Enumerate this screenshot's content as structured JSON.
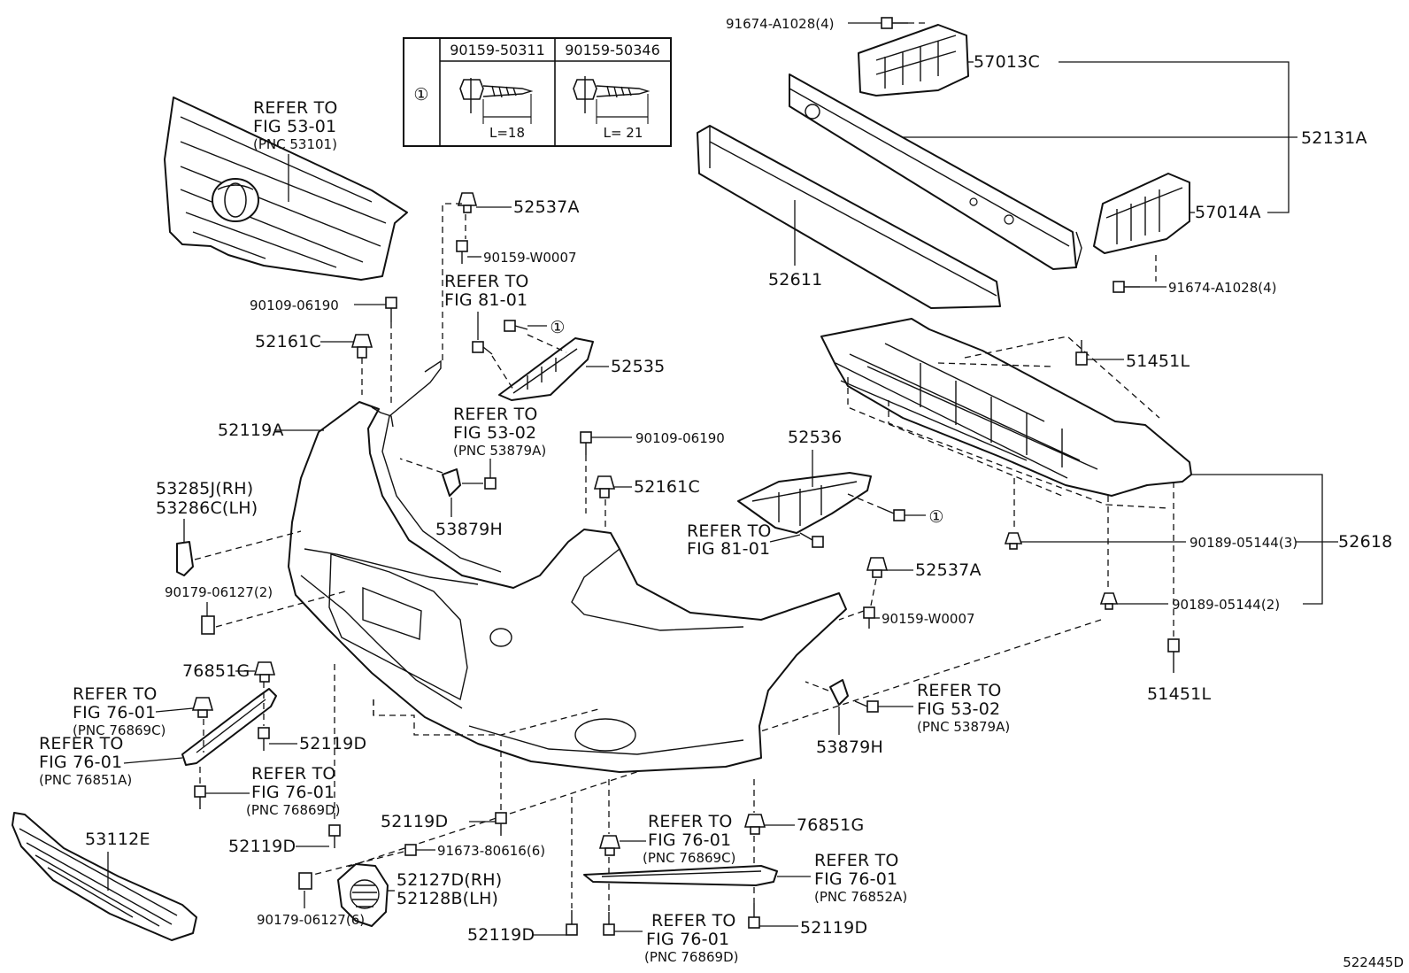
{
  "diagram_id": "522445D",
  "callout_symbol": "①",
  "fastener_table": {
    "row_symbol": "①",
    "columns": [
      {
        "part": "90159-50311",
        "length": "L=18"
      },
      {
        "part": "90159-50346",
        "length": "L= 21"
      }
    ]
  },
  "labels": {
    "p_91674_top": "91674-A1028(4)",
    "p_57013C": "57013C",
    "p_52131A": "52131A",
    "p_57014A": "57014A",
    "p_91674_bot": "91674-A1028(4)",
    "p_52611": "52611",
    "p_51451L_top": "51451L",
    "p_52618": "52618",
    "p_90189_3": "90189-05144(3)",
    "p_90189_2": "90189-05144(2)",
    "p_51451L_bot": "51451L",
    "p_52537A_top": "52537A",
    "p_90159W_top": "90159-W0007",
    "p_52535": "52535",
    "p_90109_mid": "90109-06190",
    "p_52161C_mid": "52161C",
    "p_52536": "52536",
    "p_52537A_mid": "52537A",
    "p_90159W_mid": "90159-W0007",
    "p_90109_left": "90109-06190",
    "p_52161C_left": "52161C",
    "p_52119A": "52119A",
    "p_53285J": "53285J(RH)",
    "p_53286C": "53286C(LH)",
    "p_53879H_left": "53879H",
    "p_90179_2": "90179-06127(2)",
    "p_76851G_left": "76851G",
    "p_52119D_a": "52119D",
    "p_53879H_right": "53879H",
    "p_52119D_b": "52119D",
    "p_52119D_c": "52119D",
    "p_53112E": "53112E",
    "p_91673": "91673-80616(6)",
    "p_52127D": "52127D(RH)",
    "p_52128B": "52128B(LH)",
    "p_90179_6": "90179-06127(6)",
    "p_52119D_d": "52119D",
    "p_76851G_right": "76851G",
    "p_52119D_e": "52119D"
  },
  "references": {
    "grille": {
      "line1": "REFER TO",
      "line2": "FIG 53-01",
      "pnc": "(PNC 53101)"
    },
    "fig81_top": {
      "line1": "REFER TO",
      "line2": "FIG 81-01"
    },
    "fig53_left": {
      "line1": "REFER TO",
      "line2": "FIG 53-02",
      "pnc": "(PNC 53879A)"
    },
    "fig81_mid": {
      "line1": "REFER TO",
      "line2": "FIG 81-01"
    },
    "fig53_right": {
      "line1": "REFER TO",
      "line2": "FIG 53-02",
      "pnc": "(PNC 53879A)"
    },
    "fig76_c_left": {
      "line1": "REFER TO",
      "line2": "FIG 76-01",
      "pnc": "(PNC 76869C)"
    },
    "fig76_a_left": {
      "line1": "REFER TO",
      "line2": "FIG 76-01",
      "pnc": "(PNC 76851A)"
    },
    "fig76_d_left": {
      "line1": "REFER TO",
      "line2": "FIG 76-01",
      "pnc": "(PNC 76869D)"
    },
    "fig76_c_bottom": {
      "line1": "REFER TO",
      "line2": "FIG 76-01",
      "pnc": "(PNC 76869C)"
    },
    "fig76_852": {
      "line1": "REFER TO",
      "line2": "FIG 76-01",
      "pnc": "(PNC 76852A)"
    },
    "fig76_d_bottom": {
      "line1": "REFER TO",
      "line2": "FIG 76-01",
      "pnc": "(PNC 76869D)"
    }
  }
}
